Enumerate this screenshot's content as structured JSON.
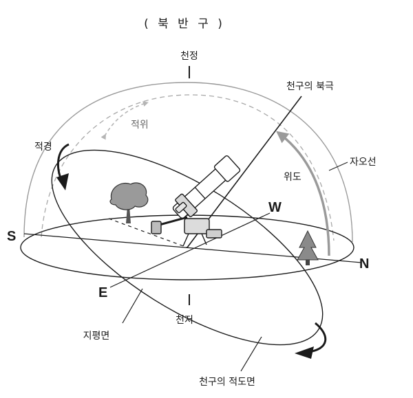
{
  "title": "( 북 반 구 )",
  "labels": {
    "zenith": "천정",
    "nadir": "천저",
    "celestial_north_pole": "천구의 북극",
    "declination": "적위",
    "right_ascension": "적경",
    "prime_vertical": "자오선",
    "latitude": "위도",
    "horizon_plane": "지평면",
    "celestial_equator_plane": "천구의 적도면"
  },
  "directions": {
    "south": "S",
    "north": "N",
    "east": "E",
    "west": "W"
  },
  "colors": {
    "line": "#1a1a1a",
    "dome": "#9a9a9a",
    "arrow_gray": "#a0a0a0"
  }
}
